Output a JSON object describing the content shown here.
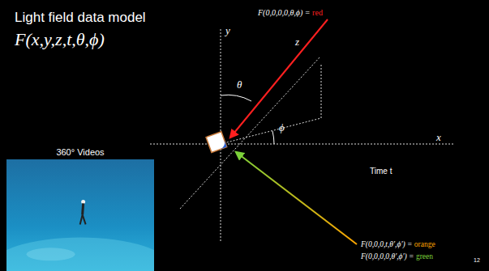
{
  "diagram": {
    "title": "Light field data model",
    "nodes": [
      {
        "text": [
          "360° Videos"
        ]
      }
    ],
    "labels": [
      "F(x,y,z,t,θ,ϕ)",
      "y",
      "z",
      "x",
      "θ",
      "ϕ",
      "F(0,0,0,0,θ,ϕ) = red",
      "Time t",
      "F(0,0,0,t,θ′,ϕ′) = orange",
      "F(0,0,0,0,θ′,ϕ′) = green",
      "12"
    ]
  }
}
